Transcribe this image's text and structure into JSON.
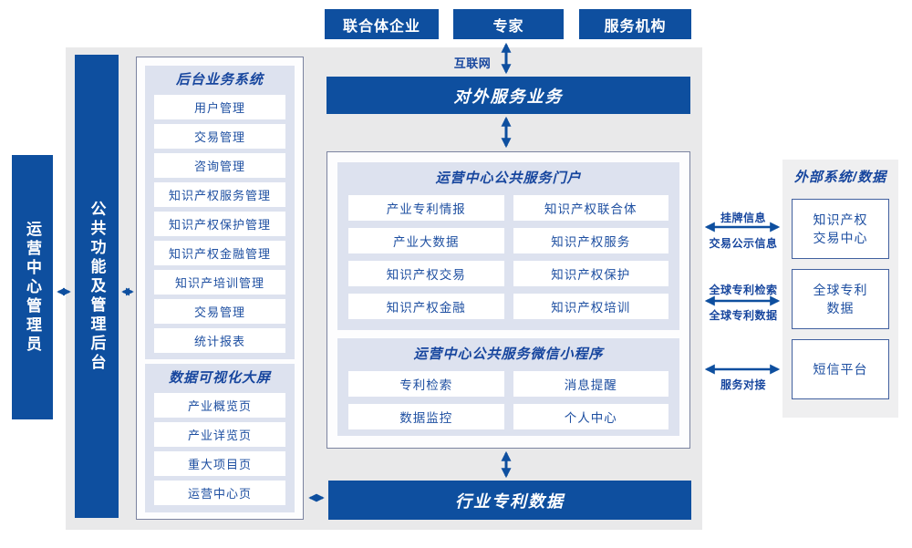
{
  "colors": {
    "primary_blue": "#0e4f9f",
    "text_blue": "#1e4fa1",
    "panel_lavender": "#dde2ef",
    "panel_gray": "#e9e9ea",
    "external_panel_gray": "#efeff0",
    "outer_box_border": "#7b83a0"
  },
  "top_actors": [
    {
      "label": "联合体企业"
    },
    {
      "label": "专家"
    },
    {
      "label": "服务机构"
    }
  ],
  "internet_label": "互联网",
  "external_service_bar": "对外服务业务",
  "left_bars": {
    "admin": "运营中心管理员",
    "backend": "公共功能及管理后台"
  },
  "backend_system": {
    "title": "后台业务系统",
    "items": [
      "用户管理",
      "交易管理",
      "咨询管理",
      "知识产权服务管理",
      "知识产权保护管理",
      "知识产权金融管理",
      "知识产培训管理",
      "交易管理",
      "统计报表"
    ]
  },
  "data_screen": {
    "title": "数据可视化大屏",
    "items": [
      "产业概览页",
      "产业详览页",
      "重大项目页",
      "运营中心页"
    ]
  },
  "portal": {
    "title": "运营中心公共服务门户",
    "items": [
      "产业专利情报",
      "知识产权联合体",
      "产业大数据",
      "知识产权服务",
      "知识产权交易",
      "知识产权保护",
      "知识产权金融",
      "知识产权培训"
    ]
  },
  "miniprogram": {
    "title": "运营中心公共服务微信小程序",
    "items": [
      "专利检索",
      "消息提醒",
      "数据监控",
      "个人中心"
    ]
  },
  "industry_data_bar": "行业专利数据",
  "external_systems": {
    "title": "外部系统/数据",
    "boxes": [
      "知识产权\n交易中心",
      "全球专利\n数据",
      "短信平台"
    ]
  },
  "arrow_labels": {
    "listing_info": "挂牌信息",
    "trade_publicity": "交易公示信息",
    "global_patent_search": "全球专利检索",
    "global_patent_data": "全球专利数据",
    "service_connect": "服务对接"
  }
}
